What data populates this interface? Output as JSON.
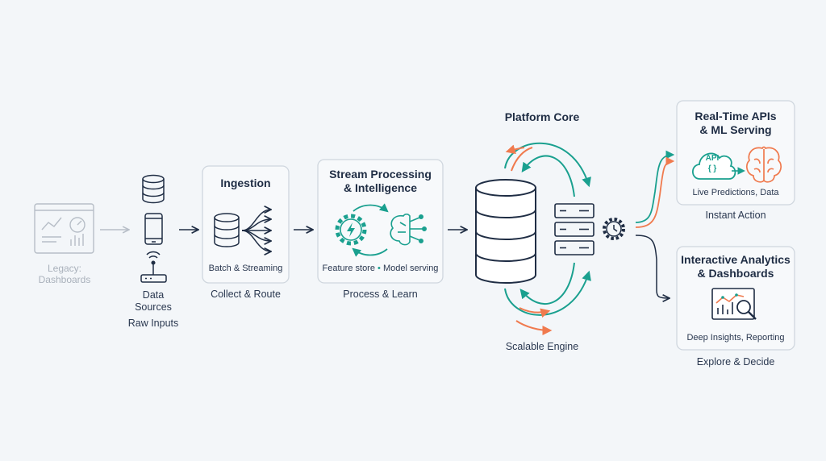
{
  "legacy": {
    "label_line1": "Legacy:",
    "label_line2": "Dashboards"
  },
  "sources": {
    "label_line1": "Data",
    "label_line2": "Sources",
    "caption": "Raw Inputs"
  },
  "ingestion": {
    "title": "Ingestion",
    "subtitle": "Batch & Streaming",
    "caption": "Collect & Route"
  },
  "processing": {
    "title_line1": "Stream Processing",
    "title_line2": "& Intelligence",
    "subtitle_part1": "Feature store",
    "subtitle_sep": "•",
    "subtitle_part2": "Model serving",
    "caption": "Process & Learn"
  },
  "core": {
    "title": "Platform Core",
    "caption": "Scalable Engine"
  },
  "realtime": {
    "title_line1": "Real-Time APIs",
    "title_line2": "& ML Serving",
    "api_text": "API",
    "api_braces": "{ }",
    "subtitle": "Live Predictions, Data",
    "caption": "Instant Action"
  },
  "analytics": {
    "title_line1": "Interactive Analytics",
    "title_line2": "& Dashboards",
    "subtitle": "Deep Insights, Reporting",
    "caption": "Explore & Decide"
  },
  "colors": {
    "navy": "#1f2d44",
    "teal": "#1aa08f",
    "orange": "#f07a4e",
    "faded": "#b7bec7",
    "box_border": "#cfd6de",
    "box_fill": "#f7f9fb"
  }
}
